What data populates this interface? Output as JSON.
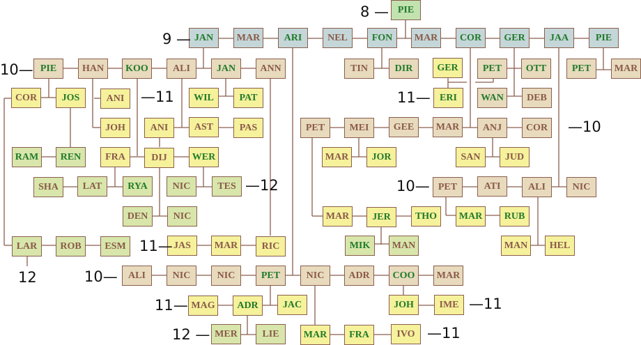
{
  "colors": {
    "fills": {
      "blue": "#c4d6d8",
      "tan": "#e8dabd",
      "yel": "#f6f19b",
      "lg": "#d8e6ab",
      "pg": "#c2e2b0"
    },
    "text": {
      "g": "#217a2a",
      "b": "#8a5a4a"
    },
    "line": "#8a5e4e"
  },
  "nodes": [
    {
      "name": "PIE",
      "t": "g",
      "f": "pg"
    },
    {
      "name": "JAN",
      "t": "g",
      "f": "blue"
    },
    {
      "name": "MAR",
      "t": "b",
      "f": "blue"
    },
    {
      "name": "ARI",
      "t": "g",
      "f": "blue"
    },
    {
      "name": "NEL",
      "t": "b",
      "f": "blue"
    },
    {
      "name": "FON",
      "t": "g",
      "f": "blue"
    },
    {
      "name": "MAR",
      "t": "b",
      "f": "blue"
    },
    {
      "name": "COR",
      "t": "g",
      "f": "blue"
    },
    {
      "name": "GER",
      "t": "g",
      "f": "blue"
    },
    {
      "name": "JAA",
      "t": "g",
      "f": "blue"
    },
    {
      "name": "PIE",
      "t": "g",
      "f": "blue"
    },
    {
      "name": "PIE",
      "t": "g",
      "f": "tan"
    },
    {
      "name": "HAN",
      "t": "b",
      "f": "tan"
    },
    {
      "name": "KOO",
      "t": "g",
      "f": "tan"
    },
    {
      "name": "ALI",
      "t": "b",
      "f": "tan"
    },
    {
      "name": "JAN",
      "t": "g",
      "f": "tan"
    },
    {
      "name": "ANN",
      "t": "b",
      "f": "tan"
    },
    {
      "name": "TIN",
      "t": "b",
      "f": "tan"
    },
    {
      "name": "DIR",
      "t": "g",
      "f": "tan"
    },
    {
      "name": "GER",
      "t": "g",
      "f": "yel"
    },
    {
      "name": "PET",
      "t": "g",
      "f": "tan"
    },
    {
      "name": "OTT",
      "t": "g",
      "f": "tan"
    },
    {
      "name": "PET",
      "t": "g",
      "f": "tan"
    },
    {
      "name": "MAR",
      "t": "b",
      "f": "tan"
    },
    {
      "name": "COR",
      "t": "b",
      "f": "yel"
    },
    {
      "name": "JOS",
      "t": "g",
      "f": "yel"
    },
    {
      "name": "ANI",
      "t": "b",
      "f": "yel"
    },
    {
      "name": "WIL",
      "t": "g",
      "f": "yel"
    },
    {
      "name": "PAT",
      "t": "g",
      "f": "yel"
    },
    {
      "name": "ERI",
      "t": "g",
      "f": "yel"
    },
    {
      "name": "WAN",
      "t": "g",
      "f": "tan"
    },
    {
      "name": "DEB",
      "t": "b",
      "f": "tan"
    },
    {
      "name": "JOH",
      "t": "b",
      "f": "yel"
    },
    {
      "name": "ANI",
      "t": "b",
      "f": "yel"
    },
    {
      "name": "AST",
      "t": "b",
      "f": "yel"
    },
    {
      "name": "PAS",
      "t": "b",
      "f": "yel"
    },
    {
      "name": "PET",
      "t": "b",
      "f": "tan"
    },
    {
      "name": "MEI",
      "t": "b",
      "f": "tan"
    },
    {
      "name": "GEE",
      "t": "b",
      "f": "tan"
    },
    {
      "name": "MAR",
      "t": "b",
      "f": "tan"
    },
    {
      "name": "ANJ",
      "t": "b",
      "f": "tan"
    },
    {
      "name": "COR",
      "t": "b",
      "f": "tan"
    },
    {
      "name": "RAM",
      "t": "g",
      "f": "lg"
    },
    {
      "name": "REN",
      "t": "g",
      "f": "lg"
    },
    {
      "name": "FRA",
      "t": "b",
      "f": "yel"
    },
    {
      "name": "DIJ",
      "t": "b",
      "f": "yel"
    },
    {
      "name": "WER",
      "t": "g",
      "f": "yel"
    },
    {
      "name": "MAR",
      "t": "b",
      "f": "yel"
    },
    {
      "name": "JOR",
      "t": "g",
      "f": "yel"
    },
    {
      "name": "SAN",
      "t": "b",
      "f": "yel"
    },
    {
      "name": "JUD",
      "t": "b",
      "f": "yel"
    },
    {
      "name": "SHA",
      "t": "b",
      "f": "lg"
    },
    {
      "name": "LAT",
      "t": "b",
      "f": "lg"
    },
    {
      "name": "RYA",
      "t": "g",
      "f": "lg"
    },
    {
      "name": "NIC",
      "t": "b",
      "f": "lg"
    },
    {
      "name": "TES",
      "t": "b",
      "f": "lg"
    },
    {
      "name": "PET",
      "t": "b",
      "f": "tan"
    },
    {
      "name": "ATI",
      "t": "b",
      "f": "tan"
    },
    {
      "name": "ALI",
      "t": "b",
      "f": "tan"
    },
    {
      "name": "NIC",
      "t": "b",
      "f": "tan"
    },
    {
      "name": "DEN",
      "t": "b",
      "f": "lg"
    },
    {
      "name": "NIC",
      "t": "b",
      "f": "lg"
    },
    {
      "name": "MAR",
      "t": "b",
      "f": "yel"
    },
    {
      "name": "JER",
      "t": "g",
      "f": "yel"
    },
    {
      "name": "THO",
      "t": "g",
      "f": "yel"
    },
    {
      "name": "MAR",
      "t": "g",
      "f": "yel"
    },
    {
      "name": "RUB",
      "t": "g",
      "f": "yel"
    },
    {
      "name": "LAR",
      "t": "b",
      "f": "lg"
    },
    {
      "name": "ROB",
      "t": "b",
      "f": "lg"
    },
    {
      "name": "ESM",
      "t": "b",
      "f": "lg"
    },
    {
      "name": "JAS",
      "t": "b",
      "f": "yel"
    },
    {
      "name": "MAR",
      "t": "b",
      "f": "yel"
    },
    {
      "name": "RIC",
      "t": "b",
      "f": "yel"
    },
    {
      "name": "MIK",
      "t": "g",
      "f": "lg"
    },
    {
      "name": "MAN",
      "t": "b",
      "f": "lg"
    },
    {
      "name": "MAN",
      "t": "b",
      "f": "yel"
    },
    {
      "name": "HEL",
      "t": "b",
      "f": "yel"
    },
    {
      "name": "ALI",
      "t": "b",
      "f": "tan"
    },
    {
      "name": "NIC",
      "t": "b",
      "f": "tan"
    },
    {
      "name": "NIC",
      "t": "b",
      "f": "tan"
    },
    {
      "name": "PET",
      "t": "g",
      "f": "tan"
    },
    {
      "name": "NIC",
      "t": "b",
      "f": "tan"
    },
    {
      "name": "ADR",
      "t": "b",
      "f": "tan"
    },
    {
      "name": "COO",
      "t": "g",
      "f": "tan"
    },
    {
      "name": "MAR",
      "t": "b",
      "f": "tan"
    },
    {
      "name": "MAG",
      "t": "b",
      "f": "yel"
    },
    {
      "name": "ADR",
      "t": "g",
      "f": "yel"
    },
    {
      "name": "JAC",
      "t": "g",
      "f": "yel"
    },
    {
      "name": "JOH",
      "t": "g",
      "f": "yel"
    },
    {
      "name": "IME",
      "t": "b",
      "f": "yel"
    },
    {
      "name": "MER",
      "t": "b",
      "f": "lg"
    },
    {
      "name": "LIE",
      "t": "b",
      "f": "lg"
    },
    {
      "name": "MAR",
      "t": "g",
      "f": "yel"
    },
    {
      "name": "FRA",
      "t": "g",
      "f": "yel"
    },
    {
      "name": "IVO",
      "t": "b",
      "f": "yel"
    }
  ],
  "generations": [
    "8 —",
    "9 —",
    "10—",
    "—11",
    "11—",
    "—10",
    "10—",
    "—12",
    "12",
    "11—",
    "10—",
    "11—",
    "—11",
    "12 —",
    "—11"
  ]
}
